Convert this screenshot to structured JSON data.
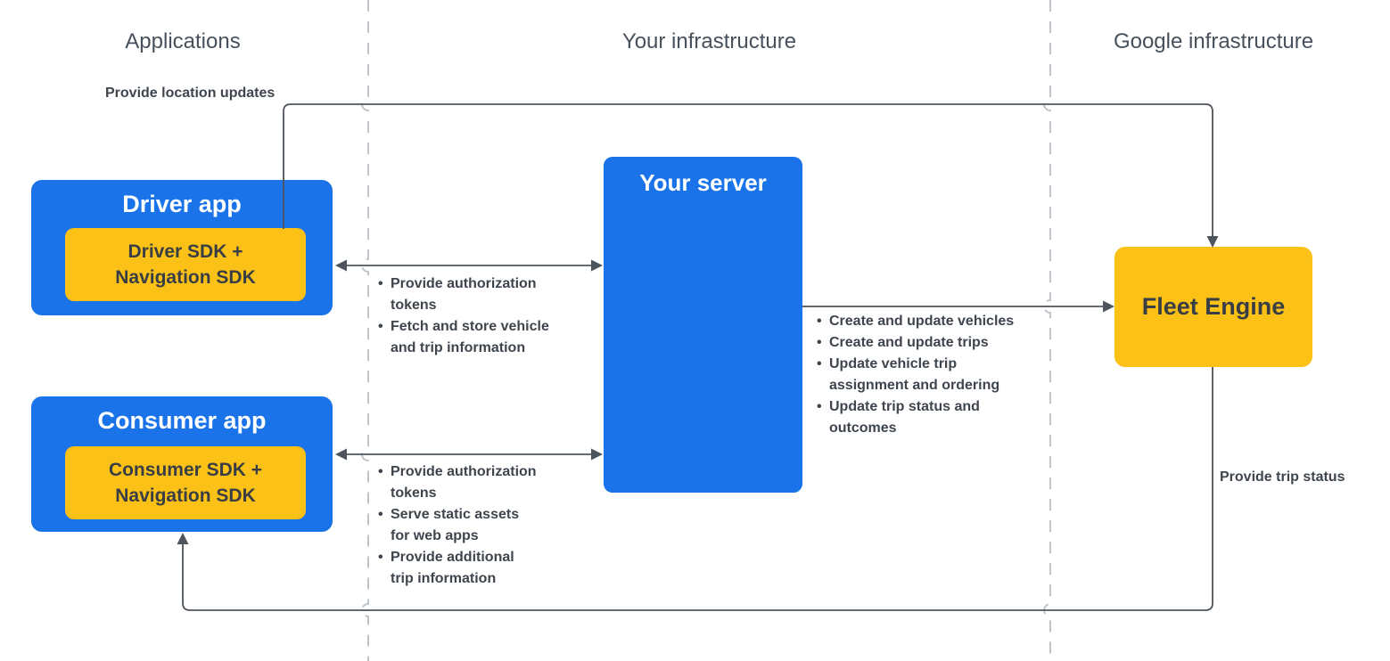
{
  "lanes": {
    "applications": {
      "label": "Applications"
    },
    "your_infrastructure": {
      "label": "Your infrastructure"
    },
    "google_infrastructure": {
      "label": "Google infrastructure"
    }
  },
  "nodes": {
    "driver_app": {
      "title": "Driver app",
      "sdk": "Driver SDK +\nNavigation SDK"
    },
    "consumer_app": {
      "title": "Consumer app",
      "sdk": "Consumer SDK +\nNavigation SDK"
    },
    "your_server": {
      "title": "Your server"
    },
    "fleet_engine": {
      "title": "Fleet Engine"
    }
  },
  "edges": {
    "provide_location_updates": {
      "label": "Provide location updates"
    },
    "provide_trip_status": {
      "label": "Provide trip status"
    },
    "driver_server": {
      "items": [
        "Provide authorization\ntokens",
        "Fetch and store vehicle\nand trip information"
      ]
    },
    "consumer_server": {
      "items": [
        "Provide authorization\ntokens",
        "Serve static assets\nfor web apps",
        "Provide additional\ntrip information"
      ]
    },
    "server_fleet": {
      "items": [
        "Create and update vehicles",
        "Create and update trips",
        "Update vehicle trip\nassignment and ordering",
        "Update trip status and\noutcomes"
      ]
    }
  },
  "colors": {
    "node_blue": "#1a73e8",
    "node_yellow": "#fcc117",
    "line": "#4d545c",
    "lane_divider": "#bfc5cb",
    "heading_text": "#47515d",
    "body_text": "#3e454d",
    "text_on_blue": "#ffffff",
    "text_on_yellow": "#383e44"
  }
}
